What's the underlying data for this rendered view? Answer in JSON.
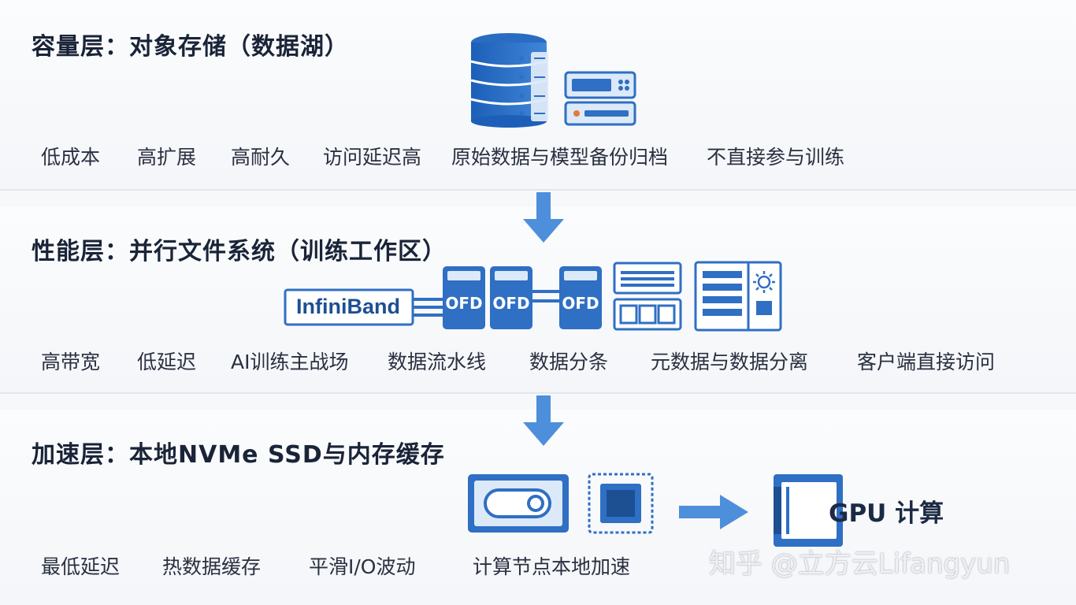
{
  "layers": [
    {
      "title": "容量层：对象存储（数据湖）",
      "features": [
        "低成本",
        "高扩展",
        "高耐久",
        "访问延迟高",
        "原始数据与模型备份归档",
        "不直接参与训练"
      ],
      "icons": [
        "database-server-icon",
        "rack-server-icon"
      ]
    },
    {
      "title": "性能层：并行文件系统（训练工作区）",
      "features": [
        "高带宽",
        "低延迟",
        "AI训练主战场",
        "数据流水线",
        "数据分条",
        "元数据与数据分离",
        "客户端直接访问"
      ],
      "infiniband_label": "InfiniBand",
      "osd_labels": [
        "OFD",
        "OFD",
        "OFD"
      ],
      "icons": [
        "infiniband-link-icon",
        "storage-node-icon",
        "metadata-server-icon",
        "client-server-icon"
      ]
    },
    {
      "title": "加速层：本地NVMe SSD与内存缓存",
      "features": [
        "最低延迟",
        "热数据缓存",
        "平滑I/O波动",
        "计算节点本地加速"
      ],
      "gpu_label": "GPU 计算",
      "icons": [
        "nvme-ssd-icon",
        "memory-chip-icon",
        "right-arrow-icon",
        "gpu-card-icon"
      ]
    }
  ],
  "watermark": "知乎 @立方云Lifangyun",
  "colors": {
    "primary_blue": "#2f6fc4",
    "arrow_blue": "#4d8fdb",
    "dark_blue": "#1d4f93",
    "light_blue": "#dce9f8"
  }
}
